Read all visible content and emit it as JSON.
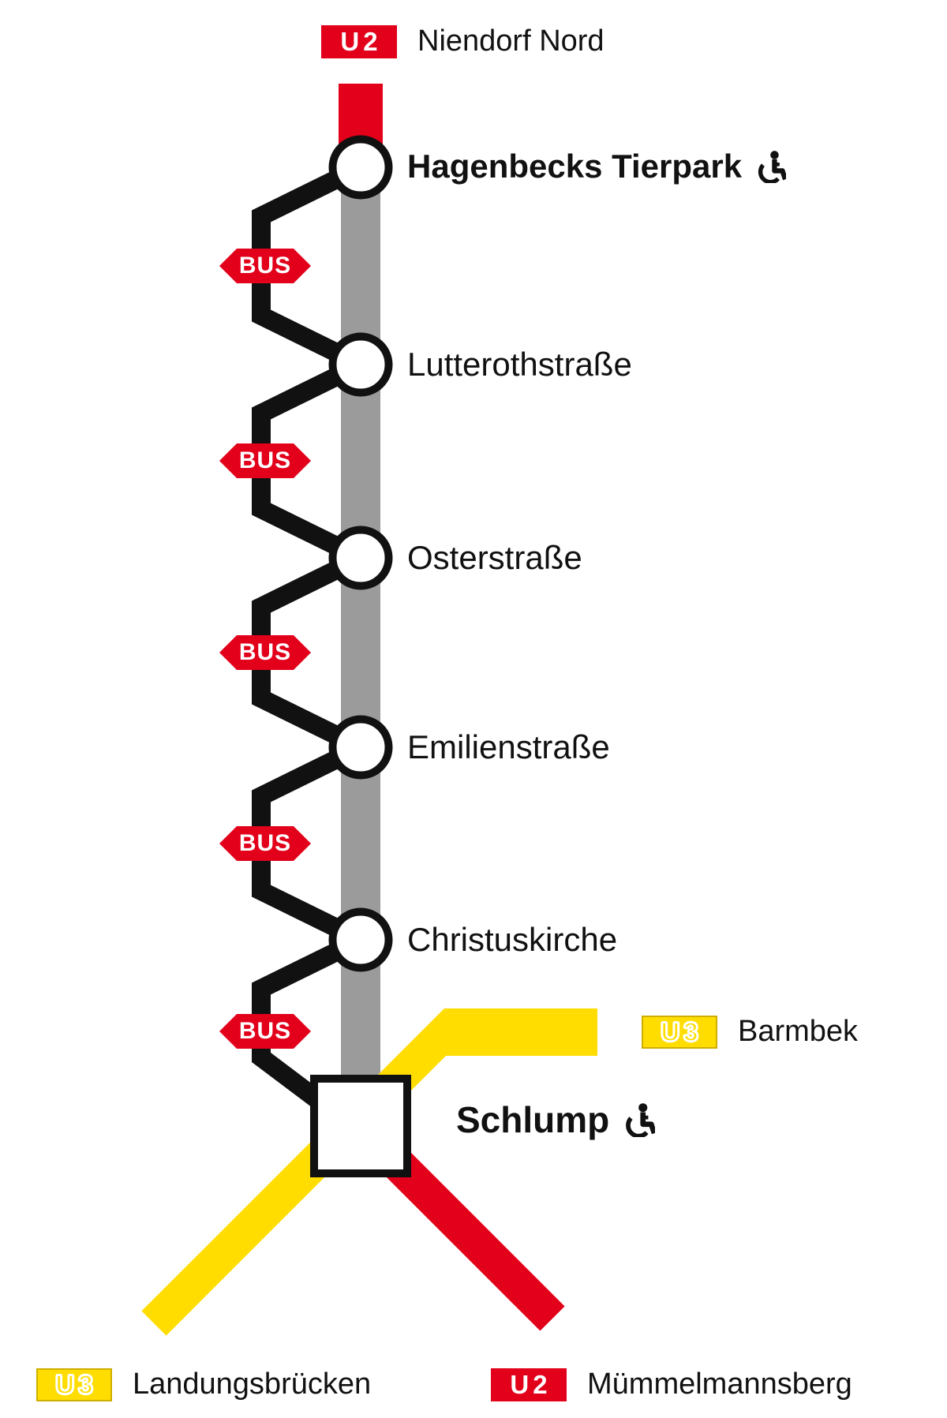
{
  "lines": {
    "u2": {
      "label": "U2",
      "color": "#E2001A"
    },
    "u3": {
      "label": "U3",
      "color": "#FFDD00"
    },
    "bus_replacement": {
      "label": "BUS",
      "color": "#E2001A"
    },
    "closed_section_color": "#9B9B9B"
  },
  "termini": {
    "niendorf_nord": "Niendorf Nord",
    "barmbek": "Barmbek",
    "landungsbruecken": "Landungsbrücken",
    "muemmelmannsberg": "Mümmelmannsberg"
  },
  "stations": [
    {
      "name": "Hagenbecks Tierpark",
      "accessible": true,
      "interchange": false
    },
    {
      "name": "Lutterothstraße",
      "accessible": false,
      "interchange": false
    },
    {
      "name": "Osterstraße",
      "accessible": false,
      "interchange": false
    },
    {
      "name": "Emilienstraße",
      "accessible": false,
      "interchange": false
    },
    {
      "name": "Christuskirche",
      "accessible": false,
      "interchange": false
    },
    {
      "name": "Schlump",
      "accessible": true,
      "interchange": true
    }
  ],
  "icons": {
    "accessible": "wheelchair-icon"
  }
}
